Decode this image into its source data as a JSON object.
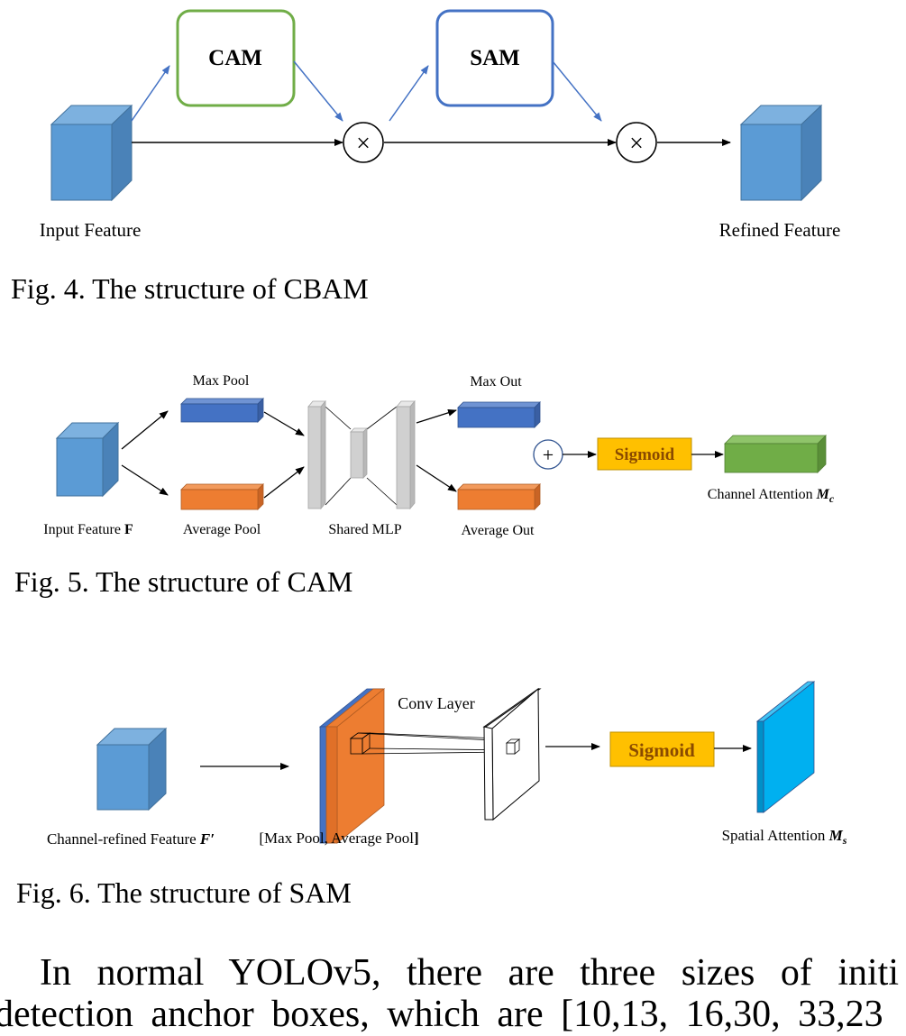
{
  "fig4": {
    "cam_label": "CAM",
    "sam_label": "SAM",
    "input_label": "Input Feature",
    "output_label": "Refined Feature",
    "caption": "Fig. 4.  The structure of CBAM",
    "multiply_symbol": "×",
    "colors": {
      "cam_border": "#70ad47",
      "sam_border": "#4472c4",
      "cube": "#5b9bd5",
      "arrow_blue": "#4472c4"
    }
  },
  "fig5": {
    "max_pool": "Max Pool",
    "average_pool": "Average Pool",
    "shared_mlp": "Shared MLP",
    "max_out": "Max Out",
    "average_out": "Average Out",
    "input_label_prefix": "Input Feature ",
    "input_label_symbol": "F",
    "plus_symbol": "+",
    "sigmoid": "Sigmoid",
    "output_label_prefix": "Channel Attention ",
    "output_label_symbol": "M",
    "output_label_sub": "c",
    "caption": "Fig. 5.  The structure of CAM",
    "colors": {
      "max": "#4472c4",
      "avg": "#ed7d31",
      "sigmoid": "#ffc000",
      "output": "#70ad47",
      "mlp": "#d0d0d0"
    }
  },
  "fig6": {
    "input_label_prefix": "Channel-refined Feature ",
    "input_label_symbol": "F′",
    "concat_label_open": "[Max Pool, Average Pool",
    "concat_label_close": "]",
    "conv_label": "Conv Layer",
    "sigmoid": "Sigmoid",
    "output_label_prefix": "Spatial Attention ",
    "output_label_symbol": "M",
    "output_label_sub": "s",
    "caption": "Fig. 6.  The structure of SAM",
    "colors": {
      "output": "#00b0f0",
      "concat_front": "#ed7d31",
      "concat_back": "#4472c4"
    }
  },
  "paragraph": {
    "line1": "In normal YOLOv5, there are three sizes of initi",
    "line2": "detection anchor boxes, which are [10,13, 16,30, 33,23"
  }
}
